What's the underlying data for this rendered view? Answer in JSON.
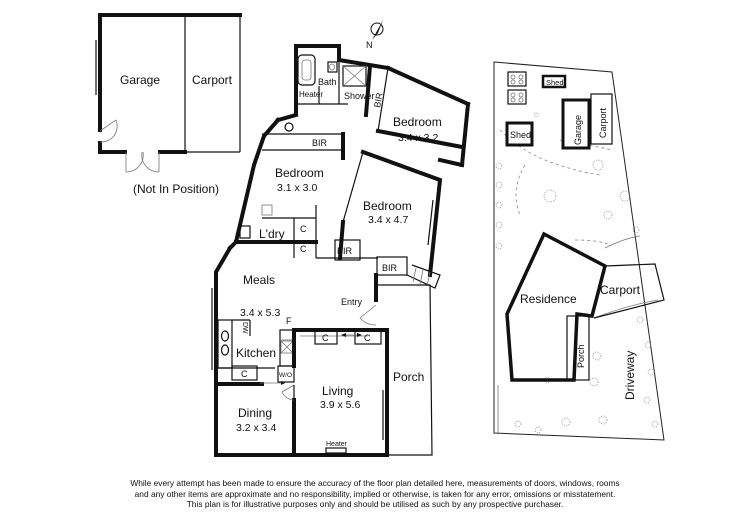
{
  "garage_plan": {
    "garage_label": "Garage",
    "carport_label": "Carport",
    "note": "(Not In Position)"
  },
  "north_marker": {
    "letter": "N",
    "icon": "north-arrow-icon"
  },
  "rooms": {
    "bath": "Bath",
    "heater_top": "Heater",
    "shower": "Shower",
    "bir_top": "BIR",
    "bedroom1": {
      "label": "Bedroom",
      "dims": "3.4 x 3.2"
    },
    "bir_mid": "BIR",
    "bedroom2": {
      "label": "Bedroom",
      "dims": "3.1 x 3.0"
    },
    "bedroom3": {
      "label": "Bedroom",
      "dims": "3.4 x 4.7"
    },
    "laundry": "L'dry",
    "cupboard": "C",
    "bir_lower_left": "BIR",
    "bir_lower_right": "BIR",
    "meals": "Meals",
    "meals_kitchen_dims": "3.4 x 5.3",
    "dw": "DW",
    "fridge": "F",
    "kitchen": "Kitchen",
    "wo": "W/O",
    "entry": "Entry",
    "living": {
      "label": "Living",
      "dims": "3.9 x 5.6"
    },
    "porch": "Porch",
    "dining": {
      "label": "Dining",
      "dims": "3.2 x 3.4"
    },
    "heater_living": "Heater"
  },
  "site_plan": {
    "shed_top": "Shed",
    "shed_left": "Shed",
    "garage": "Garage",
    "carport_top": "Carport",
    "residence": "Residence",
    "carport_mid": "Carport",
    "porch": "Porch",
    "driveway": "Driveway"
  },
  "disclaimer": [
    "While every attempt has been made to ensure the accuracy of the floor plan detailed here, measurements of doors, windows, rooms",
    "and any other items are approximate and no responsibility, implied or otherwise, is taken for any error, omissions or misstatement.",
    "This plan is for illustrative purposes only and should be utilised as such by any prospective purchaser."
  ]
}
